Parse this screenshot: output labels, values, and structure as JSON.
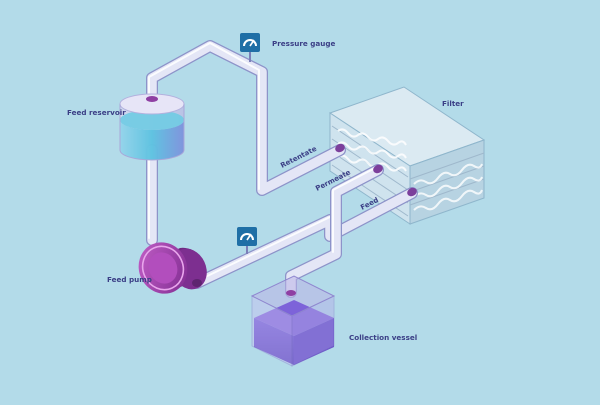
{
  "labels": {
    "pressure_gauge": "Pressure gauge",
    "filter": "Filter",
    "feed_reservoir": "Feed reservoir",
    "retentate": "Retentate",
    "permeate": "Permeate",
    "feed": "Feed",
    "feed_pump": "Feed pump",
    "collection_vessel": "Collection vessel"
  },
  "colors": {
    "background": "#b3dbe9",
    "label": "#3b3f86",
    "pipe": "#e4e6f6",
    "pump": "#a03ca9",
    "gauge": "#1f6fa6",
    "liquid_cyan": "#4cc7e0",
    "liquid_purple": "#5b3fc8",
    "filter": "#c9e1ec"
  },
  "icons": [
    "pressure-gauge-icon",
    "pressure-gauge-icon"
  ]
}
